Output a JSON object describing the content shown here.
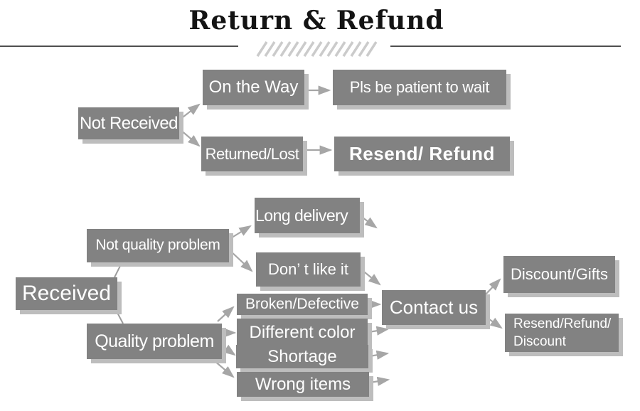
{
  "header": {
    "title": "Return & Refund"
  },
  "nodes": {
    "not_received": {
      "label": "Not Received"
    },
    "on_the_way": {
      "label": "On the Way"
    },
    "returned_lost": {
      "label": "Returned/Lost"
    },
    "pls_be_patient": {
      "label": "Pls be patient to wait"
    },
    "resend_refund": {
      "label": "Resend/ Refund"
    },
    "received": {
      "label": "Received"
    },
    "not_quality_problem": {
      "label": "Not quality problem"
    },
    "quality_problem": {
      "label": "Quality problem"
    },
    "long_delivery": {
      "label": "Long delivery"
    },
    "dont_like_it": {
      "label": "Don’ t like it"
    },
    "broken_defective": {
      "label": "Broken/Defective"
    },
    "different_color": {
      "label": "Different color"
    },
    "shortage": {
      "label": "Shortage"
    },
    "wrong_items": {
      "label": "Wrong items"
    },
    "contact_us": {
      "label": "Contact us"
    },
    "discount_gifts": {
      "label": "Discount/Gifts"
    },
    "resend_refund_discount": {
      "label_line1": "Resend/Refund/",
      "label_line2": "Discount"
    }
  },
  "edges": [
    {
      "from": "not_received",
      "to": "on_the_way",
      "arrow": true
    },
    {
      "from": "not_received",
      "to": "returned_lost",
      "arrow": true
    },
    {
      "from": "on_the_way",
      "to": "pls_be_patient",
      "arrow": true
    },
    {
      "from": "returned_lost",
      "to": "resend_refund",
      "arrow": true
    },
    {
      "from": "received",
      "to": "not_quality_problem",
      "arrow": false
    },
    {
      "from": "received",
      "to": "quality_problem",
      "arrow": false
    },
    {
      "from": "not_quality_problem",
      "to": "long_delivery",
      "arrow": true
    },
    {
      "from": "not_quality_problem",
      "to": "dont_like_it",
      "arrow": true
    },
    {
      "from": "long_delivery",
      "to": "",
      "arrow": true
    },
    {
      "from": "dont_like_it",
      "to": "contact_us",
      "arrow": true
    },
    {
      "from": "quality_problem",
      "to": "broken_defective",
      "arrow": true
    },
    {
      "from": "quality_problem",
      "to": "different_color",
      "arrow": true
    },
    {
      "from": "quality_problem",
      "to": "shortage",
      "arrow": true
    },
    {
      "from": "quality_problem",
      "to": "wrong_items",
      "arrow": true
    },
    {
      "from": "broken_defective",
      "to": "contact_us",
      "arrow": true
    },
    {
      "from": "different_color",
      "to": "contact_us",
      "arrow": true
    },
    {
      "from": "shortage",
      "to": "contact_us",
      "arrow": true
    },
    {
      "from": "wrong_items",
      "to": "contact_us",
      "arrow": true
    },
    {
      "from": "contact_us",
      "to": "discount_gifts",
      "arrow": true
    },
    {
      "from": "contact_us",
      "to": "resend_refund_discount",
      "arrow": true
    }
  ],
  "colors": {
    "background": "#ffffff",
    "box_fill": "#828282",
    "box_text": "#ffffff",
    "box_shadow": "#bdbdbd",
    "arrow": "#a6a6a6",
    "connector_line": "#9c9c9c",
    "title_text": "#141414",
    "header_rule": "#4f4f4f",
    "hatch": "#cbcbcb"
  }
}
